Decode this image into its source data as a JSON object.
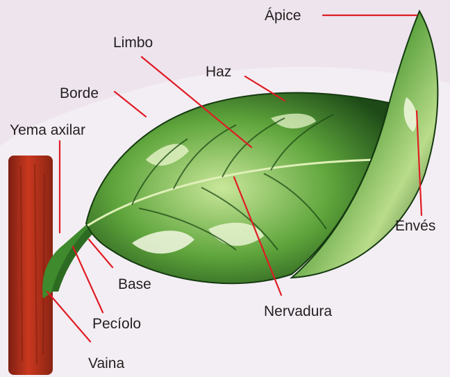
{
  "diagram": {
    "colors": {
      "background": "#f3eef3",
      "leader_line": "#e01b24",
      "label_text": "#231f20",
      "leaf_dark": "#1d4a17",
      "leaf_mid": "#3f8a2c",
      "leaf_light": "#c9e79a",
      "stem": "#b5301c"
    },
    "labels": {
      "apice": "Ápice",
      "limbo": "Limbo",
      "haz": "Haz",
      "borde": "Borde",
      "yema_axilar": "Yema axilar",
      "enves": "Envés",
      "base": "Base",
      "nervadura": "Nervadura",
      "peciolo": "Pecíolo",
      "vaina": "Vaina"
    }
  }
}
